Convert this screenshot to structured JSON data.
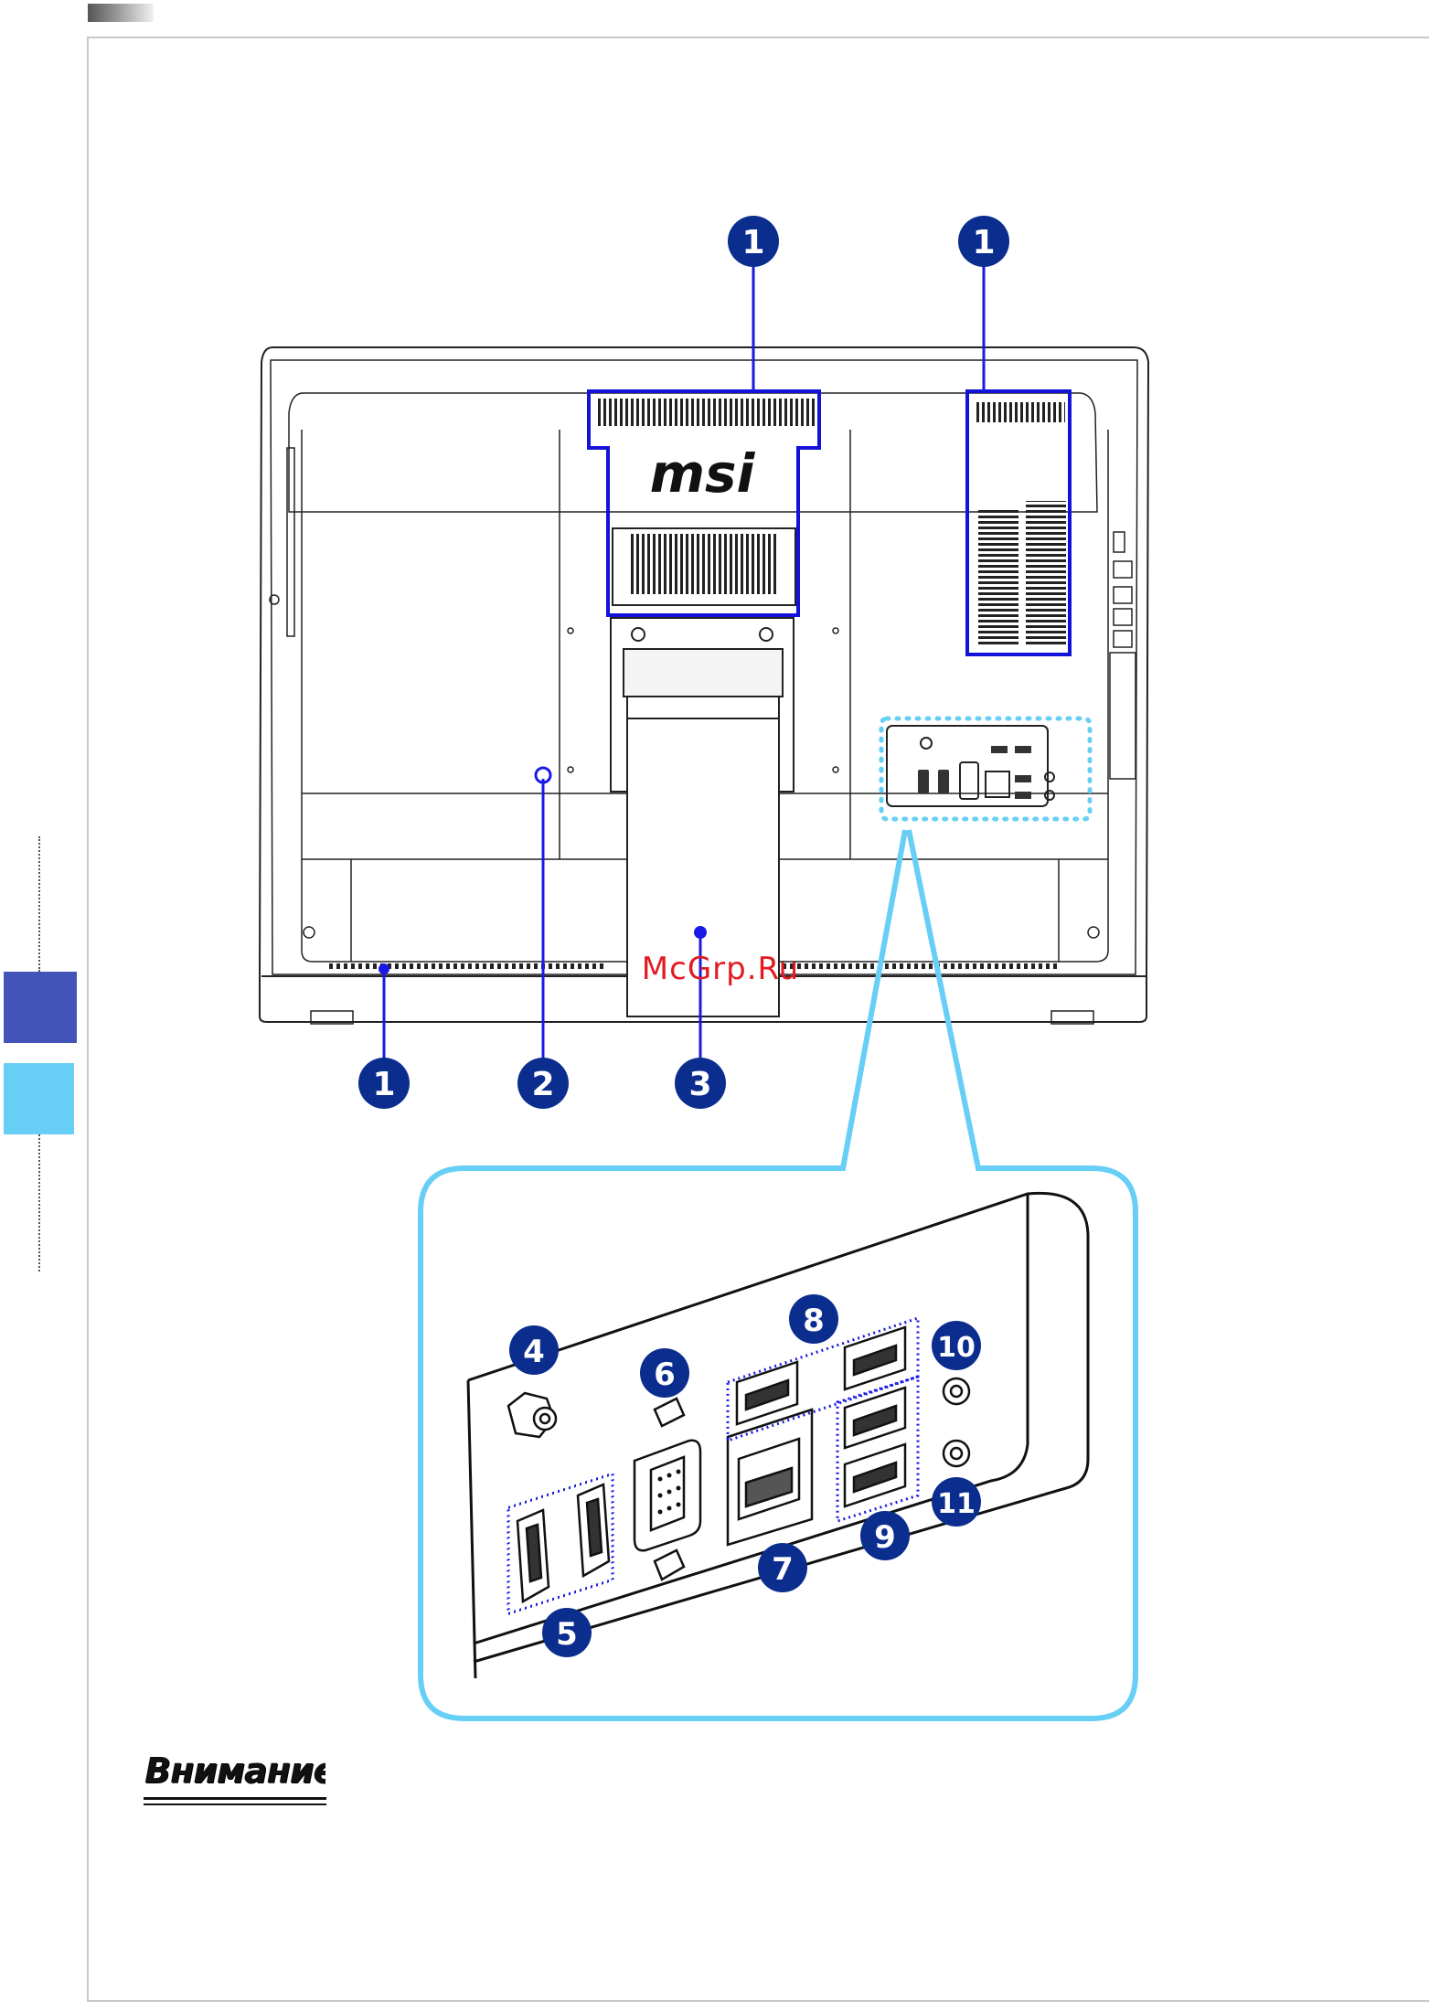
{
  "brand": {
    "logo_text": "msi"
  },
  "watermark": {
    "text": "McGrp.Ru"
  },
  "note": {
    "heading": "Внимание"
  },
  "callouts": [
    {
      "label": "1"
    },
    {
      "label": "1"
    },
    {
      "label": "1"
    },
    {
      "label": "2"
    },
    {
      "label": "3"
    },
    {
      "label": "4"
    },
    {
      "label": "5"
    },
    {
      "label": "6"
    },
    {
      "label": "7"
    },
    {
      "label": "8"
    },
    {
      "label": "9"
    },
    {
      "label": "10"
    },
    {
      "label": "11"
    }
  ],
  "colors": {
    "callout_fill": "#0b2d8e",
    "callout_line": "#1a1ae6",
    "highlight_box": "#1212d8",
    "zoom_frame": "#67cff5",
    "tab_dark": "#4353b7",
    "tab_light": "#67cff5",
    "watermark": "#e11b22"
  }
}
